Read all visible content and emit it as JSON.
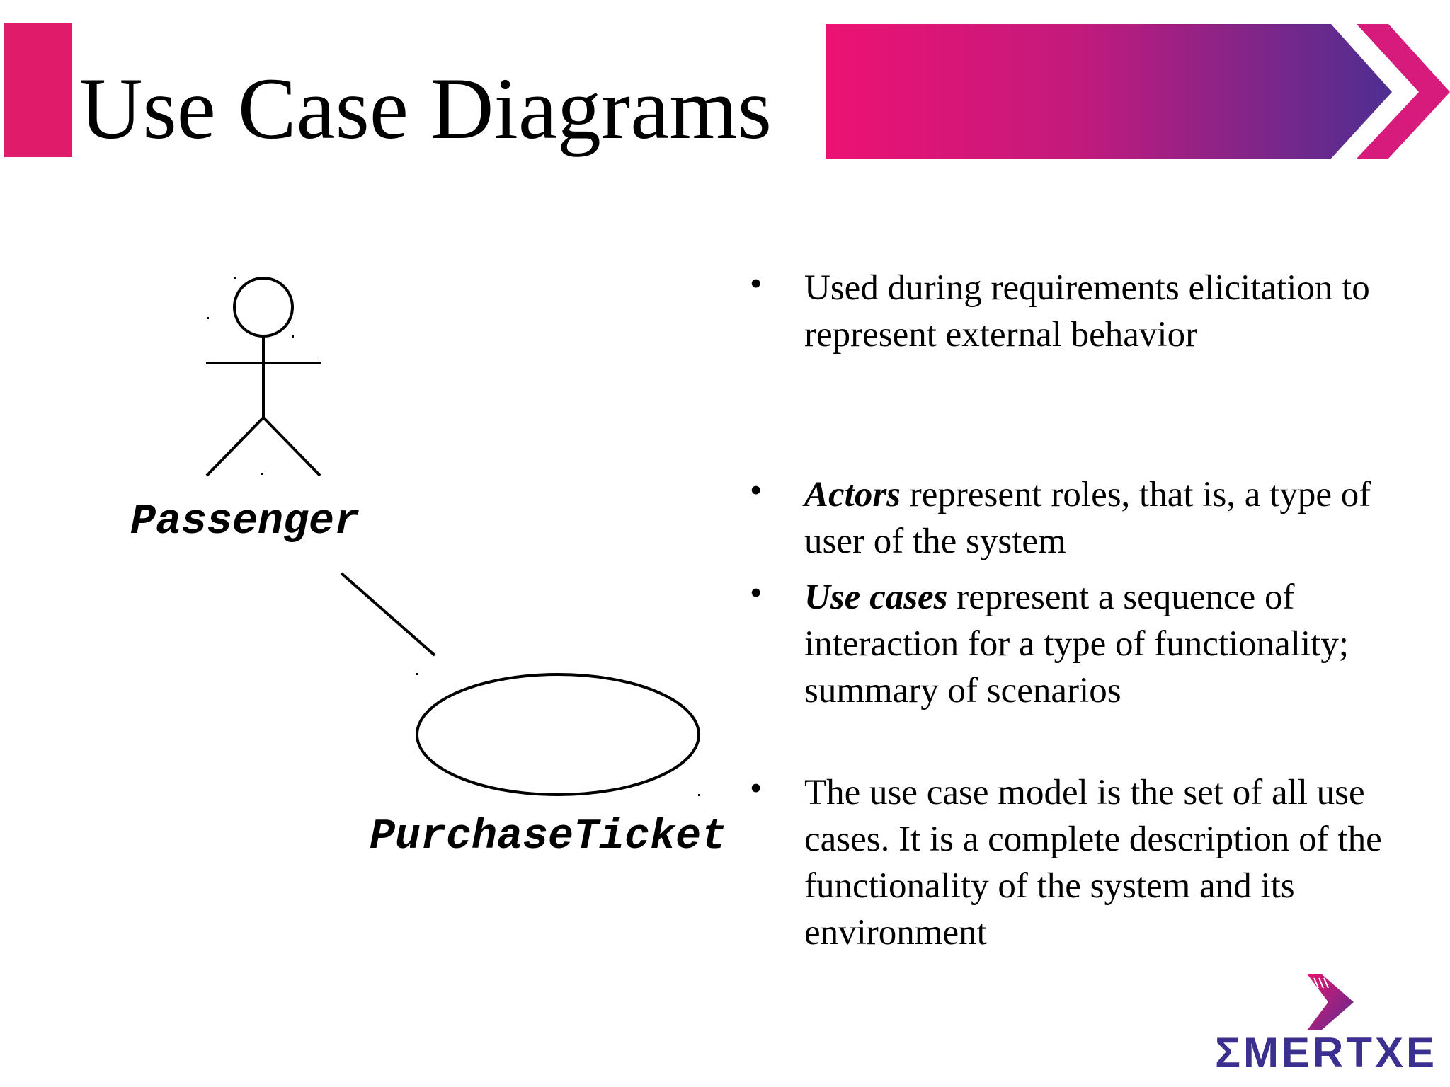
{
  "slide": {
    "title": "Use Case Diagrams",
    "accent_colors": {
      "pink": "#e5156f",
      "purple": "#5b2d91"
    }
  },
  "diagram": {
    "actor_label": "Passenger",
    "use_case_label": "PurchaseTicket"
  },
  "bullets": [
    {
      "text": "Used during requirements elicitation to represent external behavior"
    },
    {
      "emphasis": "Actors",
      "text": " represent roles, that is, a type of user of the system"
    },
    {
      "emphasis": "Use cases",
      "text": " represent a sequence of interaction for a  type of functionality; summary of scenarios"
    },
    {
      "text": "The use case model is  the set of all use cases. It is a complete description of the functionality of the  system and its environment"
    }
  ],
  "logo": {
    "text": "ΣMERTXE",
    "icon": "chevron-logo-icon"
  }
}
